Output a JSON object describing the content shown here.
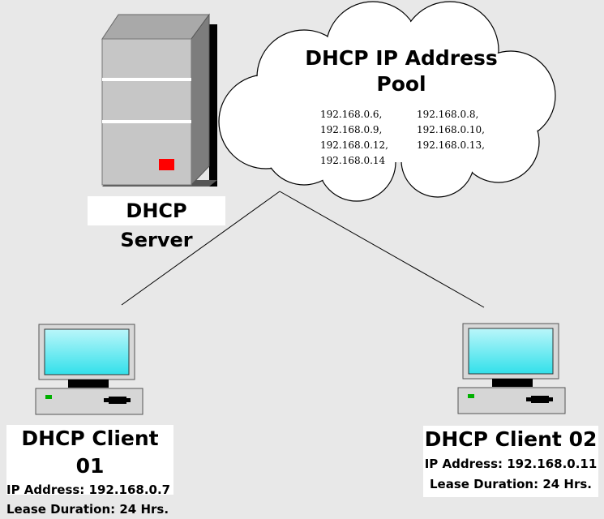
{
  "server": {
    "label": "DHCP Server"
  },
  "pool": {
    "title_line1": "DHCP IP Address",
    "title_line2": "Pool",
    "col1": [
      "192.168.0.6,",
      "192.168.0.9,",
      "192.168.0.12,",
      "192.168.0.14"
    ],
    "col2": [
      "192.168.0.8,",
      "192.168.0.10,",
      "192.168.0.13,"
    ]
  },
  "clients": [
    {
      "name": "DHCP Client 01",
      "ip": "IP Address: 192.168.0.7",
      "lease": "Lease Duration: 24 Hrs."
    },
    {
      "name": "DHCP Client 02",
      "ip": "IP Address: 192.168.0.11",
      "lease": "Lease Duration: 24 Hrs."
    }
  ],
  "colors": {
    "background": "#e8e8e8",
    "screen": "#41e8ef",
    "indicator": "#ff0000",
    "server_body": "#c6c6c6"
  }
}
